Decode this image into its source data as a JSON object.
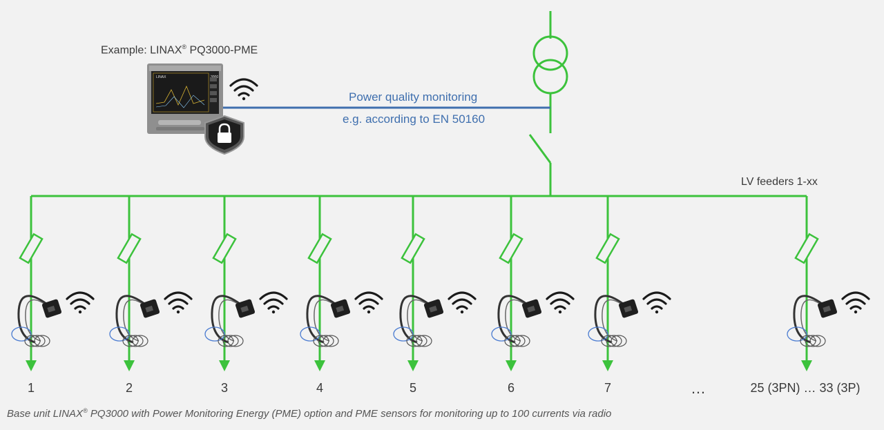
{
  "device": {
    "label_prefix": "Example: LINAX",
    "label_reg": "®",
    "label_suffix": " PQ3000-PME",
    "screen_brand": "LINAX",
    "screen_model": "3000"
  },
  "link": {
    "line1": "Power quality monitoring",
    "line2": "e.g. according to EN 50160"
  },
  "bus": {
    "label": "LV feeders 1-xx"
  },
  "feeders": [
    {
      "label": "1"
    },
    {
      "label": "2"
    },
    {
      "label": "3"
    },
    {
      "label": "4"
    },
    {
      "label": "5"
    },
    {
      "label": "6"
    },
    {
      "label": "7"
    },
    {
      "label": "25 (3PN) … 33 (3P)"
    }
  ],
  "ellipsis": "…",
  "caption": {
    "prefix": "Base unit LINAX",
    "reg": "®",
    "suffix": " PQ3000 with Power Monitoring Energy (PME) option and PME sensors for monitoring up to 100 currents via radio"
  },
  "colors": {
    "line_green": "#3cc23c",
    "link_blue": "#3f6fae",
    "text": "#3a3a3a",
    "background": "#f2f2f2"
  },
  "icons": [
    "wifi-icon",
    "lock-shield-icon",
    "transformer-symbol",
    "switch-symbol",
    "fuse-symbol",
    "current-sensor-icon",
    "arrow-down-icon"
  ]
}
